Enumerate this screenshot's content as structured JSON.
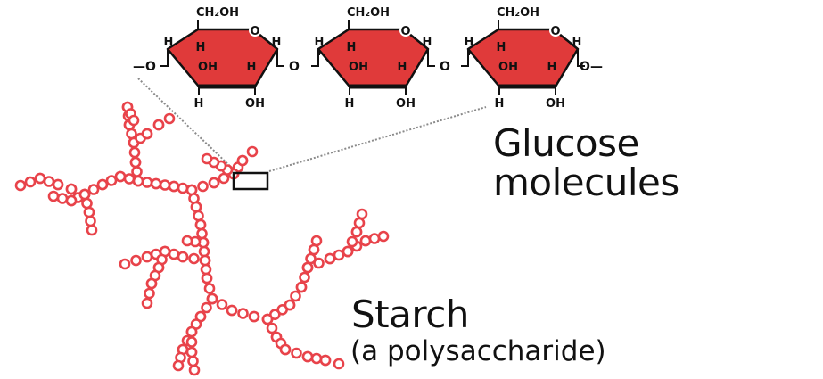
{
  "diagram": {
    "colors": {
      "ring_fill": "#e03a3a",
      "bond": "#111111",
      "bead": "#e8434a",
      "bead_center": "#ffffff",
      "connector": "#8a8a8a"
    },
    "glucose_chain": {
      "left_terminal": "—O",
      "right_terminal": "O—",
      "linkage_atom": "O",
      "units": [
        {
          "top_group": "CH₂OH",
          "ring_oxygen": "O",
          "c1_h": "H",
          "c4_h": "H",
          "c3_h_top": "H",
          "c3_oh": "OH",
          "c2_h": "H",
          "c3_h_bottom": "H",
          "c2_oh": "OH"
        },
        {
          "top_group": "CH₂OH",
          "ring_oxygen": "O",
          "c1_h": "H",
          "c4_h": "H",
          "c3_h_top": "H",
          "c3_oh": "OH",
          "c2_h": "H",
          "c3_h_bottom": "H",
          "c2_oh": "OH"
        },
        {
          "top_group": "CH₂OH",
          "ring_oxygen": "O",
          "c1_h": "H",
          "c4_h": "H",
          "c3_h_top": "H",
          "c3_oh": "OH",
          "c2_h": "H",
          "c3_h_bottom": "H",
          "c2_oh": "OH"
        }
      ]
    },
    "labels": {
      "glucose_line1": "Glucose",
      "glucose_line2": "molecules",
      "starch_title": "Starch",
      "starch_subtitle": "(a polysaccharide)"
    }
  }
}
